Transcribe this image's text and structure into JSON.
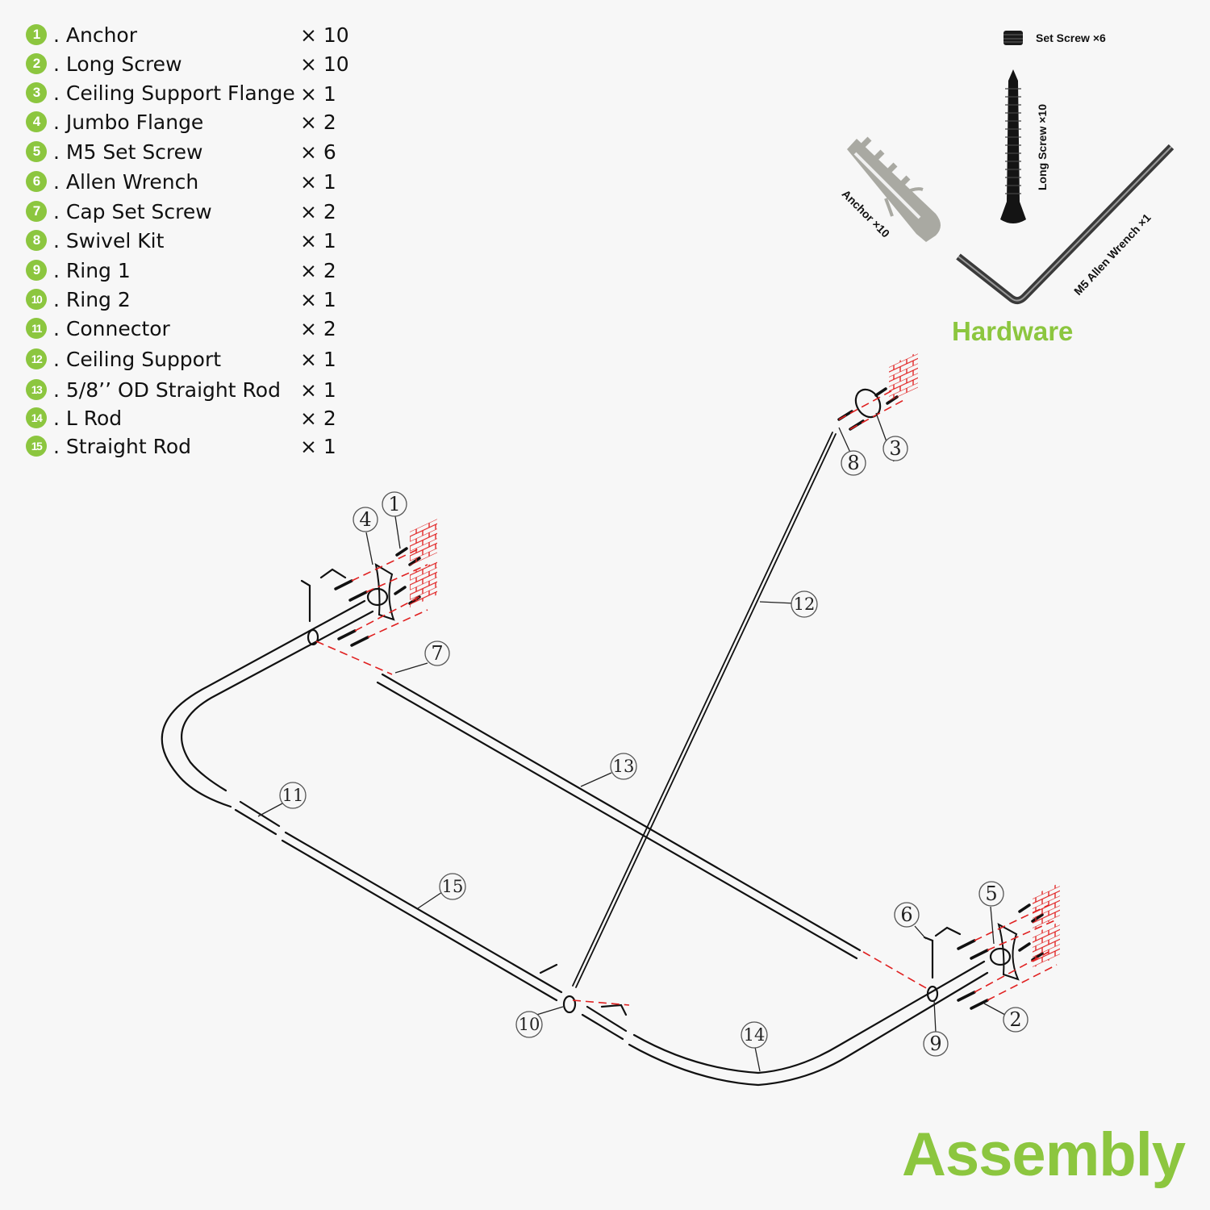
{
  "parts_list": [
    {
      "num": "1",
      "name": ". Anchor",
      "qty": "× 10"
    },
    {
      "num": "2",
      "name": ". Long Screw",
      "qty": "× 10"
    },
    {
      "num": "3",
      "name": ". Ceiling Support Flange",
      "qty": "× 1"
    },
    {
      "num": "4",
      "name": ". Jumbo Flange",
      "qty": "× 2"
    },
    {
      "num": "5",
      "name": ". M5 Set Screw",
      "qty": "× 6"
    },
    {
      "num": "6",
      "name": ". Allen Wrench",
      "qty": "× 1"
    },
    {
      "num": "7",
      "name": ". Cap Set Screw",
      "qty": "× 2"
    },
    {
      "num": "8",
      "name": ". Swivel Kit",
      "qty": "× 1"
    },
    {
      "num": "9",
      "name": ". Ring 1",
      "qty": "× 2"
    },
    {
      "num": "10",
      "name": ". Ring 2",
      "qty": "× 1"
    },
    {
      "num": "11",
      "name": ". Connector",
      "qty": "× 2"
    },
    {
      "num": "12",
      "name": ". Ceiling Support",
      "qty": "× 1"
    },
    {
      "num": "13",
      "name": ". 5/8’’ OD Straight Rod",
      "qty": "× 1"
    },
    {
      "num": "14",
      "name": ". L Rod",
      "qty": "× 2"
    },
    {
      "num": "15",
      "name": ". Straight Rod",
      "qty": "× 1"
    }
  ],
  "hardware": {
    "title": "Hardware",
    "items": {
      "set_screw": "Set Screw ×6",
      "long_screw": "Long Screw ×10",
      "anchor": "Anchor ×10",
      "allen_wrench": "M5 Allen Wrench ×1"
    }
  },
  "assembly": {
    "title": "Assembly",
    "callouts": [
      "1",
      "2",
      "3",
      "4",
      "5",
      "6",
      "7",
      "8",
      "9",
      "10",
      "11",
      "12",
      "13",
      "14",
      "15"
    ]
  },
  "colors": {
    "accent": "#8cc63f",
    "guide_line": "#e02020",
    "background": "#f7f7f7"
  }
}
